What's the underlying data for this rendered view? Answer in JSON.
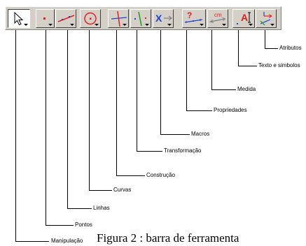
{
  "toolbar": {
    "buttons": [
      {
        "name": "Manipulação",
        "icon": "pointer-arrow-icon",
        "active": true
      },
      {
        "name": "Pontos",
        "icon": "point-icon"
      },
      {
        "name": "Linhas",
        "icon": "line-icon"
      },
      {
        "name": "Curvas",
        "icon": "circle-icon"
      },
      {
        "name": "Construção",
        "icon": "construction-icon"
      },
      {
        "name": "Transformação",
        "icon": "transformation-icon"
      },
      {
        "name": "Macros",
        "icon": "macro-icon",
        "glyph": "X"
      },
      {
        "name": "Propriedades",
        "icon": "properties-icon",
        "glyph": "?"
      },
      {
        "name": "Medida",
        "icon": "measure-icon",
        "glyph": "cm"
      },
      {
        "name": "Texto e simbolos",
        "icon": "text-symbols-icon",
        "glyph": "A"
      },
      {
        "name": "Atributos",
        "icon": "attributes-icon"
      }
    ]
  },
  "labels": {
    "manipulacao": "Manipulação",
    "pontos": "Pontos",
    "linhas": "Linhas",
    "curvas": "Curvas",
    "construcao": "Construção",
    "transformacao": "Transformação",
    "macros": "Macros",
    "propriedades": "Propriedades",
    "medida": "Medida",
    "texto": "Texto e simbolos",
    "atributos": "Atributos"
  },
  "caption": "Figura 2 : barra de ferramenta",
  "colors": {
    "toolbar_bg": "#d4d0c8",
    "accent_red": "#e02020",
    "accent_blue": "#2040d0",
    "accent_green": "#10a010"
  }
}
